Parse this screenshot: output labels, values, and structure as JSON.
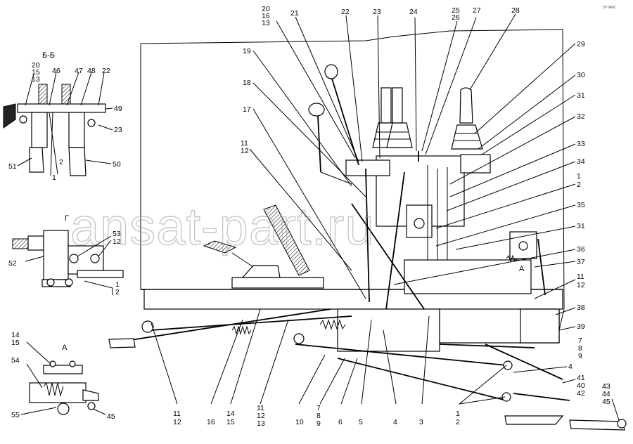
{
  "watermark": "ansat-part.ru",
  "corner_mark": "8ª 0400",
  "sections": {
    "bb": "Б-Б",
    "g": "Г",
    "a_detail": "А",
    "a_marker": "А"
  },
  "callouts": {
    "c20": [
      "20",
      "16",
      "13"
    ],
    "c21": "21",
    "c22": "22",
    "c23": "23",
    "c24": "24",
    "c25": [
      "25",
      "26"
    ],
    "c27": "27",
    "c28": "28",
    "c29": "29",
    "c30": "30",
    "c31a": "31",
    "c32": "32",
    "c33": "33",
    "c34": "34",
    "c1_2_right": [
      "1",
      "2"
    ],
    "c35": "35",
    "c31b": "31",
    "c36": "36",
    "c37": "37",
    "c11_12_right": [
      "11",
      "12"
    ],
    "c38": "38",
    "c39": "39",
    "c7_8_9_right": [
      "7",
      "8",
      "9"
    ],
    "c4_right": "4",
    "c41": [
      "41",
      "40",
      "42"
    ],
    "c43": [
      "43",
      "44",
      "45"
    ],
    "c19": "19",
    "c18": "18",
    "c17": "17",
    "c11_12_mid": [
      "11",
      "12"
    ],
    "bottom": {
      "b11_12": [
        "11",
        "12"
      ],
      "b16": "16",
      "b14_15": [
        "14",
        "15"
      ],
      "b11_12_13": [
        "11",
        "12",
        "13"
      ],
      "b10": "10",
      "b7_8_9": [
        "7",
        "8",
        "9"
      ],
      "b6": "6",
      "b5": "5",
      "b4": "4",
      "b3": "3",
      "b1_2": [
        "1",
        "2"
      ]
    },
    "bb_view": {
      "t20": [
        "20",
        "15",
        "13"
      ],
      "t46": "46",
      "t47": "47",
      "t48": "48",
      "t22": "22",
      "t49": "49",
      "t23": "23",
      "t51": "51",
      "t50": "50",
      "t2": "2",
      "t1": "1"
    },
    "g_view": {
      "t53": [
        "53",
        "12"
      ],
      "t52": "52",
      "t2": "2",
      "t1": "1"
    },
    "a_view": {
      "t14": [
        "14",
        "15"
      ],
      "t54": "54",
      "t55": "55",
      "t45": "45"
    }
  }
}
